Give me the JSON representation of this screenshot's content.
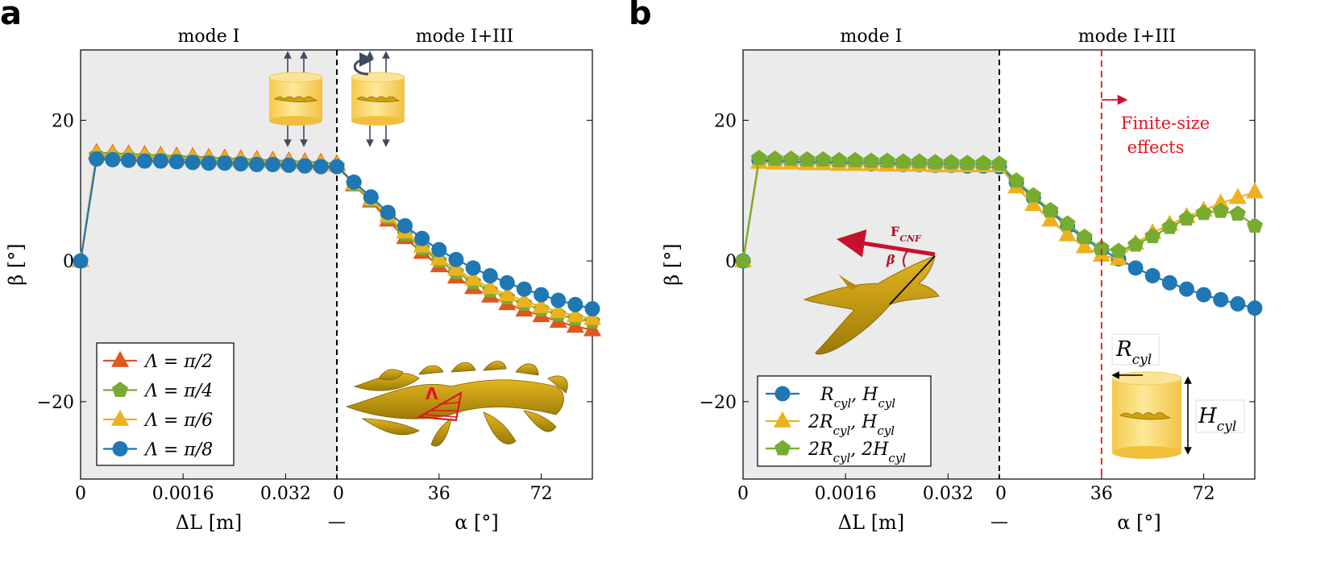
{
  "colors": {
    "shade": "#ebebeb",
    "series_blue": "#1f77b4",
    "series_orange": "#e0561d",
    "series_green": "#77ac30",
    "series_yellow": "#edb120",
    "annotation_red": "#e0151d",
    "inset_gold": "#d4a514"
  },
  "chart_data": [
    {
      "panel": "a",
      "type": "line",
      "top_labels": [
        "mode I",
        "mode I+III"
      ],
      "x_left": {
        "label": "ΔL [m]",
        "ticks": [
          "0",
          "0.0016",
          "0.032"
        ],
        "range": [
          0,
          0.04
        ]
      },
      "x_right": {
        "label": "α [°]",
        "ticks": [
          "0",
          "36",
          "72"
        ],
        "range": [
          0,
          90
        ]
      },
      "axis_separator": "—",
      "ylabel": "β [°]",
      "y_ticks": [
        "−20",
        "0",
        "20"
      ],
      "ylim": [
        -31,
        30
      ],
      "grid": false,
      "legend_position": "bottom-left",
      "insets": [
        "fiber in cylinder under tension (mode I)",
        "fiber in cylinder under tension and torsion (mode I+III)",
        "fiber blades with angle Λ"
      ],
      "inset_text": [
        "Λ"
      ],
      "x_left_data": [
        0,
        0.0025,
        0.005,
        0.0075,
        0.01,
        0.0125,
        0.015,
        0.0175,
        0.02,
        0.0225,
        0.025,
        0.0275,
        0.03,
        0.0325,
        0.035,
        0.0375,
        0.04
      ],
      "x_right_data": [
        6,
        12,
        18,
        24,
        30,
        36,
        42,
        48,
        54,
        60,
        66,
        72,
        78,
        84,
        90
      ],
      "series": [
        {
          "name": "Λ = π/2",
          "marker": "triangle",
          "left": [
            0,
            15.4,
            15.3,
            15.2,
            15.1,
            15.0,
            14.9,
            14.8,
            14.7,
            14.6,
            14.5,
            14.4,
            14.3,
            14.2,
            14.1,
            14.0,
            13.8
          ],
          "right": [
            10.8,
            8.5,
            5.8,
            3.3,
            1.2,
            -0.7,
            -2.3,
            -3.8,
            -5.0,
            -6.1,
            -7.0,
            -7.8,
            -8.6,
            -9.3,
            -9.8
          ]
        },
        {
          "name": "Λ = π/4",
          "marker": "pentagon",
          "left": [
            0,
            15.0,
            14.9,
            14.8,
            14.7,
            14.6,
            14.5,
            14.4,
            14.3,
            14.2,
            14.1,
            14.0,
            13.9,
            13.8,
            13.7,
            13.6,
            13.5
          ],
          "right": [
            10.9,
            8.7,
            6.2,
            3.8,
            1.8,
            0.0,
            -1.6,
            -3.0,
            -4.2,
            -5.2,
            -6.1,
            -6.9,
            -7.6,
            -8.2,
            -8.6
          ]
        },
        {
          "name": "Λ = π/6",
          "marker": "triangle",
          "left": [
            0,
            15.2,
            15.1,
            15.0,
            14.9,
            14.8,
            14.7,
            14.6,
            14.5,
            14.4,
            14.3,
            14.2,
            14.1,
            14.0,
            13.9,
            13.8,
            13.6
          ],
          "right": [
            11.0,
            8.8,
            6.4,
            4.1,
            2.1,
            0.3,
            -1.2,
            -2.6,
            -3.8,
            -4.8,
            -5.7,
            -6.5,
            -7.2,
            -7.8,
            -8.2
          ]
        },
        {
          "name": "Λ = π/8",
          "marker": "circle",
          "left": [
            0,
            14.5,
            14.4,
            14.3,
            14.2,
            14.2,
            14.1,
            14.0,
            13.9,
            13.9,
            13.8,
            13.7,
            13.7,
            13.6,
            13.5,
            13.4,
            13.4
          ],
          "right": [
            11.2,
            9.1,
            6.9,
            5.0,
            3.2,
            1.6,
            0.2,
            -1.0,
            -2.1,
            -3.1,
            -4.0,
            -4.8,
            -5.6,
            -6.2,
            -6.8
          ]
        }
      ]
    },
    {
      "panel": "b",
      "type": "line",
      "top_labels": [
        "mode I",
        "mode I+III"
      ],
      "x_left": {
        "label": "ΔL [m]",
        "ticks": [
          "0",
          "0.0016",
          "0.032"
        ],
        "range": [
          0,
          0.04
        ]
      },
      "x_right": {
        "label": "α [°]",
        "ticks": [
          "0",
          "36",
          "72"
        ],
        "range": [
          0,
          90
        ]
      },
      "axis_separator": "—",
      "ylabel": "β [°]",
      "y_ticks": [
        "−20",
        "0",
        "20"
      ],
      "ylim": [
        -31,
        30
      ],
      "grid": false,
      "legend_position": "bottom-left",
      "vline_alpha": 36,
      "annotation": [
        "Finite-size",
        "effects"
      ],
      "insets": [
        "fiber with force F_CNF at angle β",
        "cylinder with radius R_cyl and height H_cyl"
      ],
      "inset_text": [
        "F",
        "CNF",
        "β",
        "R",
        "cyl",
        "H",
        "cyl"
      ],
      "x_left_data": [
        0,
        0.0025,
        0.005,
        0.0075,
        0.01,
        0.0125,
        0.015,
        0.0175,
        0.02,
        0.0225,
        0.025,
        0.0275,
        0.03,
        0.0325,
        0.035,
        0.0375,
        0.04
      ],
      "x_right_data": [
        6,
        12,
        18,
        24,
        30,
        36,
        42,
        48,
        54,
        60,
        66,
        72,
        78,
        84,
        90
      ],
      "series": [
        {
          "name": "R_cyl, H_cyl",
          "marker": "circle",
          "left": [
            0,
            14.3,
            14.2,
            14.1,
            14.0,
            14.0,
            13.9,
            13.9,
            13.8,
            13.8,
            13.7,
            13.7,
            13.6,
            13.6,
            13.5,
            13.5,
            13.4
          ],
          "right": [
            11.2,
            9.0,
            7.0,
            4.9,
            3.2,
            1.6,
            0.3,
            -1.0,
            -2.1,
            -3.1,
            -4.0,
            -4.8,
            -5.5,
            -6.1,
            -6.7
          ]
        },
        {
          "name": "2R_cyl, H_cyl",
          "marker": "triangle",
          "left": [
            0,
            14.0,
            13.9,
            13.9,
            13.8,
            13.8,
            13.7,
            13.7,
            13.7,
            13.6,
            13.6,
            13.6,
            13.5,
            13.5,
            13.5,
            13.5,
            13.5
          ],
          "right": [
            10.5,
            8.0,
            5.8,
            3.7,
            2.0,
            0.8,
            0.3,
            2.5,
            4.0,
            5.2,
            6.3,
            7.2,
            8.2,
            9.0,
            9.8
          ]
        },
        {
          "name": "2R_cyl, 2H_cyl",
          "marker": "pentagon",
          "left": [
            0,
            14.6,
            14.5,
            14.5,
            14.4,
            14.4,
            14.3,
            14.3,
            14.2,
            14.2,
            14.1,
            14.1,
            14.0,
            14.0,
            13.9,
            13.9,
            13.8
          ],
          "right": [
            11.4,
            9.3,
            7.2,
            5.3,
            3.4,
            1.8,
            1.4,
            2.3,
            3.5,
            4.8,
            6.0,
            6.8,
            7.1,
            6.7,
            5.0
          ]
        }
      ]
    }
  ]
}
